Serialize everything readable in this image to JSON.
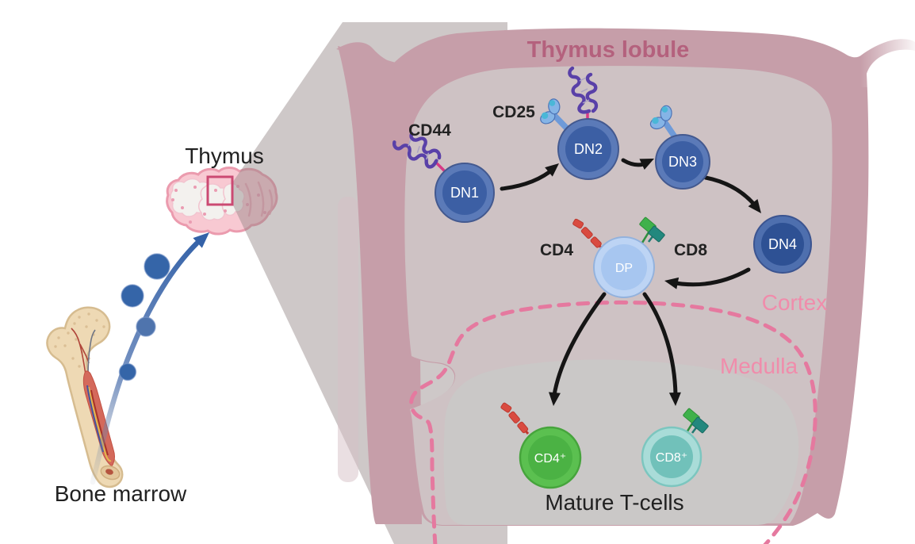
{
  "labels": {
    "bone_marrow": "Bone marrow",
    "thymus": "Thymus",
    "lobule_title": "Thymus lobule",
    "cortex": "Cortex",
    "medulla": "Medulla",
    "mature_t_cells": "Mature T-cells",
    "cd44": "CD44",
    "cd25": "CD25",
    "cd4": "CD4",
    "cd8": "CD8"
  },
  "cells": {
    "dn1": "DN1",
    "dn2": "DN2",
    "dn3": "DN3",
    "dn4": "DN4",
    "dp": "DP",
    "cd4_pos": "CD4⁺",
    "cd8_pos": "CD8⁺"
  },
  "colors": {
    "capsule": "#c69ea9",
    "cortex_bg": "#cec2c4",
    "medulla_bg": "#cac8c7",
    "boundary_dash": "#e5799f",
    "lobule_title_text": "#b4617d",
    "region_label_text": "#f08cab",
    "dn_cell_outer": "#5b7ab8",
    "dn_cell_inner": "#3c5fa4",
    "dn4_cell_inner": "#2e5194",
    "dp_cell_outer": "#bdd4f4",
    "dp_cell_inner": "#a7c6f0",
    "cd4_cell_green": "#4bb244",
    "cd8_cell_teal": "#71c1ba",
    "cd4_receptor_red": "#d94b40",
    "cd8_receptor_green": "#3fb14b",
    "cd8_receptor_teal": "#23887e",
    "cd25_receptor_blue": "#6e9ad8",
    "cd44_receptor_purple": "#5940a8",
    "migration_blue": "#3462a8",
    "bone_fill": "#eed9b4",
    "marrow_red": "#d4695b",
    "thymus_pink": "#f8c9d2"
  }
}
